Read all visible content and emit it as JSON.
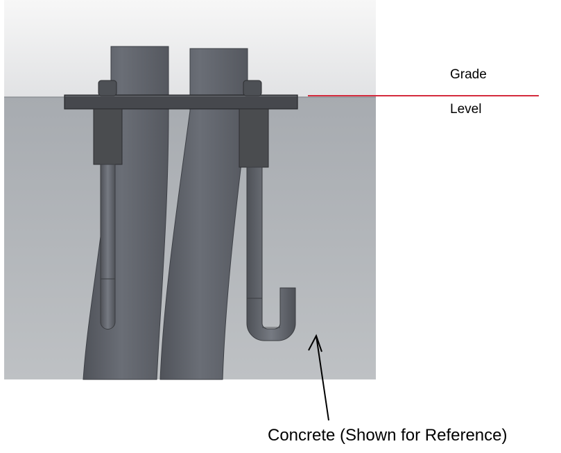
{
  "labels": {
    "grade": "Grade",
    "level": "Level",
    "concrete": "Concrete (Shown for Reference)"
  },
  "colors": {
    "grade_line": "#d42a3c",
    "concrete_top": "#a9adb2",
    "concrete_bottom": "#bcc0c3",
    "sky_top": "#f6f6f6",
    "pipe": "#5f636b",
    "pipe_edge": "#3c3f45",
    "plate": "#46484d",
    "sleeve": "#494b4e",
    "annotation": "#000000"
  }
}
